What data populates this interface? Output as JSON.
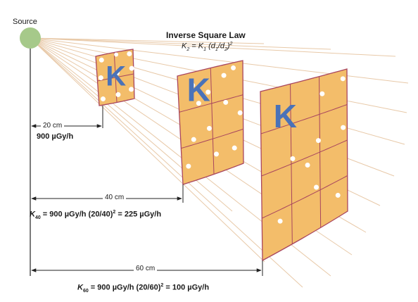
{
  "source_label": "Source",
  "law": {
    "title": "Inverse Square Law",
    "formula_lhs": "K",
    "formula_lhs_sub": "2",
    "formula_mid": " = K",
    "formula_mid_sub": "1",
    "formula_paren": " (d",
    "formula_d1_sub": "1",
    "formula_slash": "/d",
    "formula_d2_sub": "2",
    "formula_close": ")",
    "formula_exp": "2"
  },
  "distances": {
    "d20": "20 cm",
    "d40": "40 cm",
    "d60": "60 cm"
  },
  "doses": {
    "dose20": "900 µGy/h",
    "dose40_k": "K",
    "dose40_sub": "40",
    "dose40_mid": " = 900 µGy/h (20/40)",
    "dose40_exp": "2",
    "dose40_end": " = 225 µGy/h",
    "dose60_k": "K",
    "dose60_sub": "60",
    "dose60_mid": " = 900 µGy/h (20/60)",
    "dose60_exp": "2",
    "dose60_end": " = 100 µGy/h"
  },
  "panel_letter": "K",
  "colors": {
    "panel_fill": "#f3bd6a",
    "panel_stroke": "#a8455e",
    "ray": "#e8c9a8",
    "source": "#a6c98a",
    "letter": "#4a72b8"
  }
}
